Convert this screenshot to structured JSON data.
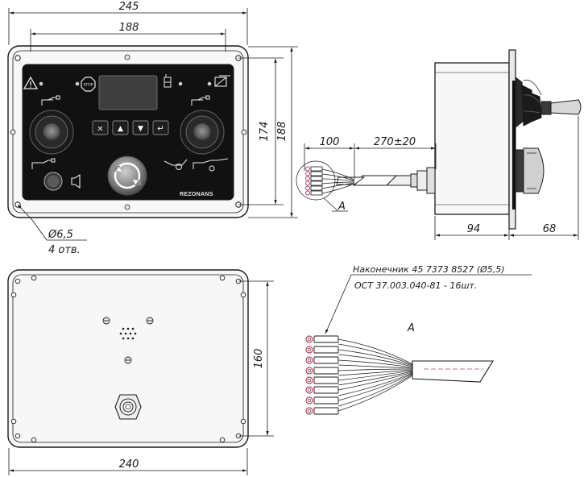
{
  "front_view": {
    "dim_width_outer": "245",
    "dim_width_holes": "188",
    "dim_height_holes": "174",
    "dim_height_outer": "188",
    "hole_diameter": "Ø6,5",
    "hole_count": "4 отв.",
    "brand": "REZONANS",
    "stop_label": "STOP",
    "keypad_symbols": [
      "×",
      "▲",
      "▼",
      "↵"
    ]
  },
  "side_view": {
    "dim_cable_100": "100",
    "dim_cable_270": "270±20",
    "dim_depth_94": "94",
    "dim_knob_68": "68",
    "detail_label": "A"
  },
  "rear_view": {
    "dim_width": "240",
    "dim_height": "160"
  },
  "detail_a": {
    "note_line1": "Наконечник 45 7373 8527 (Ø5,5)",
    "note_line2": "ОСТ 37.003.040-81 - 16шт.",
    "label": "A"
  },
  "colors": {
    "line": "#1a1a1a",
    "panel": "#111111",
    "housing": "#f7f7f7",
    "ring_lug": "#c23c5a"
  }
}
